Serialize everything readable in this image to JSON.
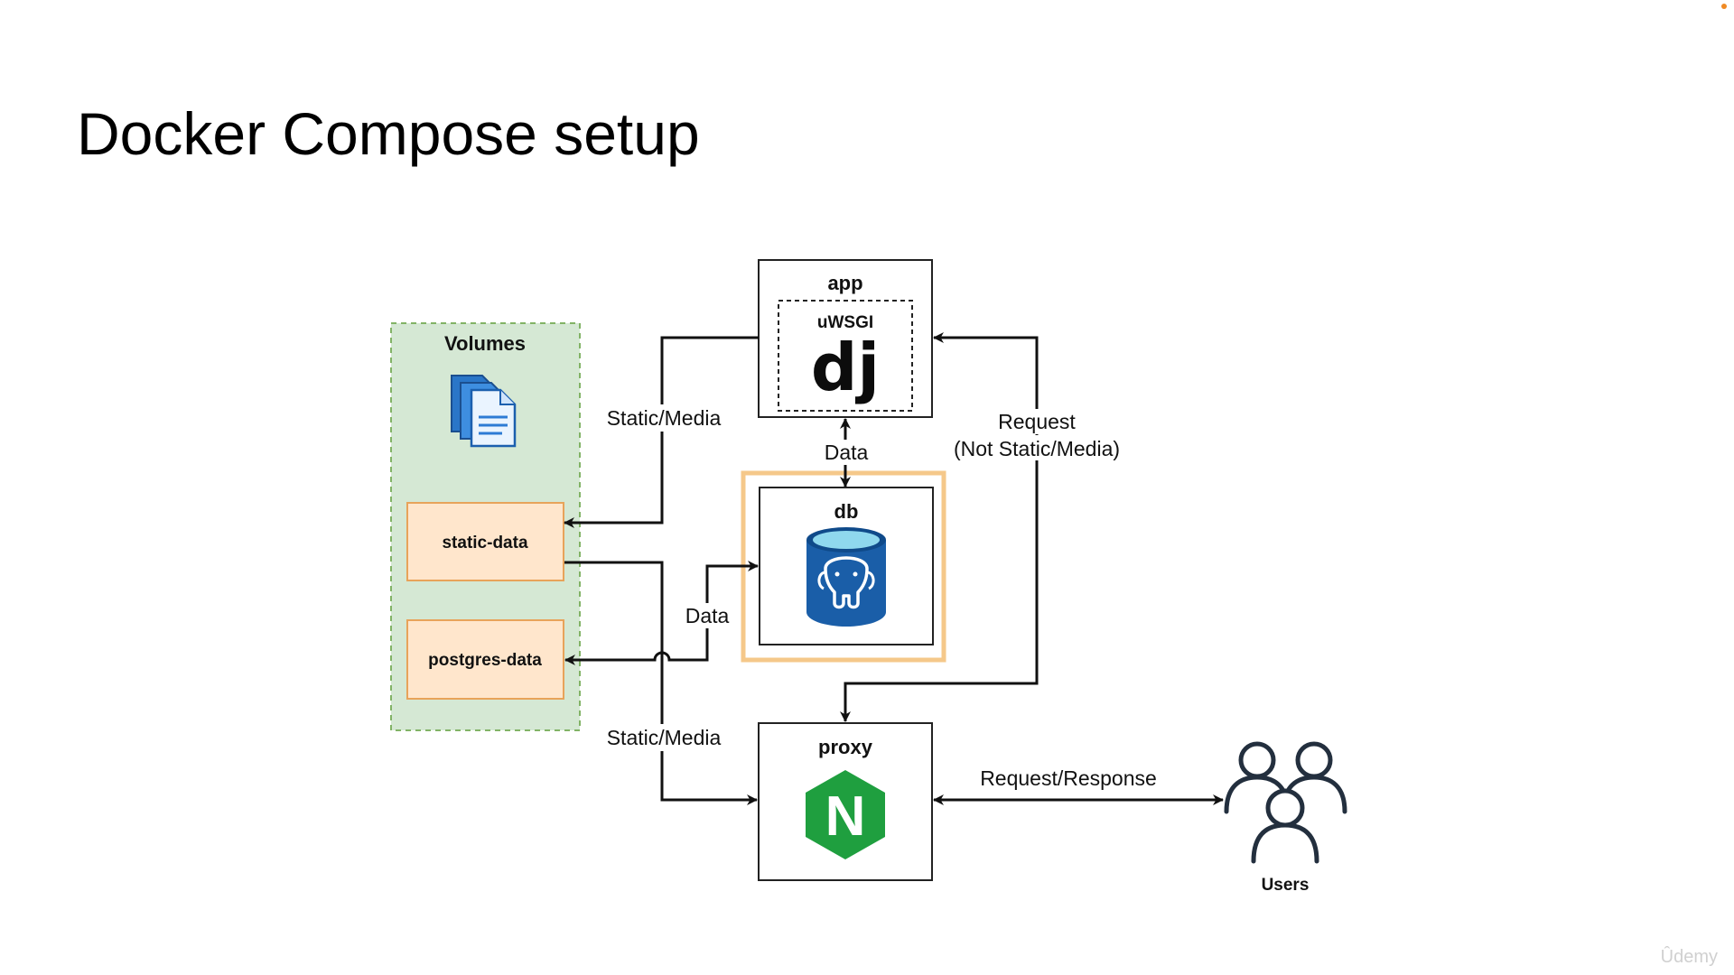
{
  "title": "Docker Compose setup",
  "watermark": "Ûdemy",
  "colors": {
    "volumes_fill": "#d5e8d4",
    "volumes_border": "#82b366",
    "volume_item_fill": "#ffe6cc",
    "volume_item_border": "#e8a35a",
    "db_highlight": "#f5c88a",
    "postgres_blue": "#1a5ea8",
    "postgres_top": "#8fd8ee",
    "nginx_green": "#1f9f3f",
    "users_outline": "#232f3e",
    "accent": "#f08a24"
  },
  "volumes": {
    "title": "Volumes",
    "icon": "documents-icon",
    "items": [
      "static-data",
      "postgres-data"
    ]
  },
  "containers": {
    "app": {
      "title": "app",
      "inner_label": "uWSGI",
      "logo": "dj"
    },
    "db": {
      "title": "db",
      "icon": "postgres-icon"
    },
    "proxy": {
      "title": "proxy",
      "logo": "N"
    }
  },
  "users": {
    "label": "Users",
    "icon": "users-icon"
  },
  "edges": {
    "app_to_static": "Static/Media",
    "app_db": "Data",
    "request": [
      "Request",
      "(Not Static/Media)"
    ],
    "db_postgres": "Data",
    "static_to_proxy": "Static/Media",
    "proxy_users": "Request/Response"
  }
}
